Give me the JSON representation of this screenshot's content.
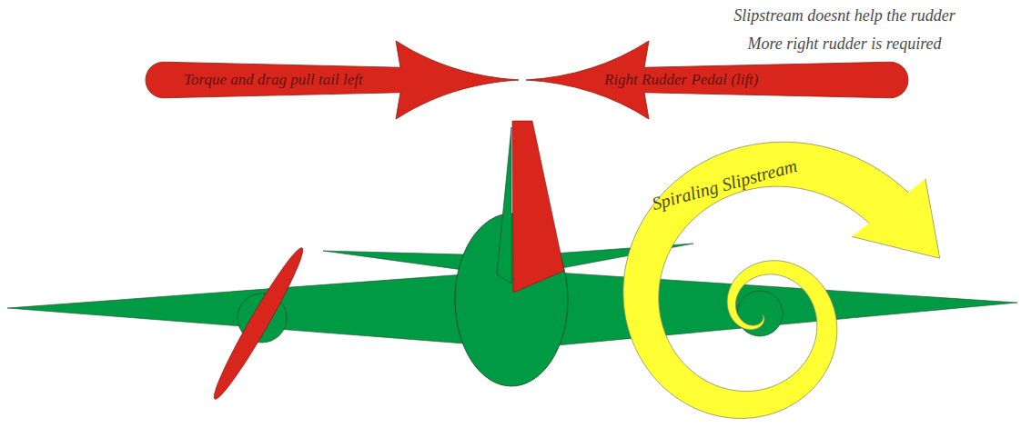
{
  "diagram": {
    "nodes": [
      {
        "text": [
          "Torque and drag pull tail left"
        ]
      },
      {
        "text": [
          "Right Rudder Pedal (lift)"
        ]
      },
      {
        "text": [
          "Spiraling Slipstream"
        ]
      }
    ],
    "labels": [
      "Slipstream doesnt help the rudder",
      "More right rudder is required"
    ]
  }
}
